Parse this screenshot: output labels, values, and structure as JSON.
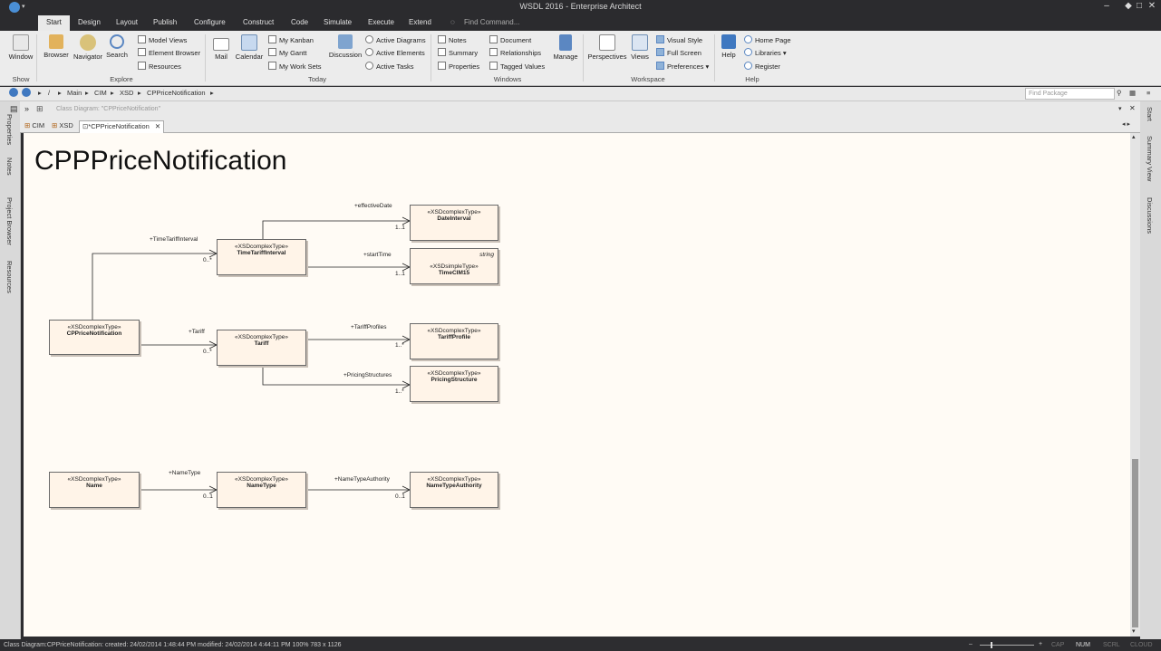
{
  "window": {
    "title": "WSDL 2016 - Enterprise Architect",
    "controls": [
      "–",
      "◆",
      "□",
      "✕"
    ]
  },
  "menu": {
    "tabs": [
      "Start",
      "Design",
      "Layout",
      "Publish",
      "Configure",
      "Construct",
      "Code",
      "Simulate",
      "Execute",
      "Extend"
    ],
    "find_command": "Find Command..."
  },
  "ribbon": {
    "window": "Window",
    "browser": "Browser",
    "navigator": "Navigator",
    "search": "Search",
    "model_views": "Model Views",
    "element_browser": "Element Browser",
    "resources": "Resources",
    "mail": "Mail",
    "calendar": "Calendar",
    "my_kanban": "My Kanban",
    "my_gantt": "My Gantt",
    "my_work_sets": "My Work Sets",
    "discussion": "Discussion",
    "active_diagrams": "Active Diagrams",
    "active_elements": "Active Elements",
    "active_tasks": "Active Tasks",
    "notes": "Notes",
    "summary": "Summary",
    "properties": "Properties",
    "document": "Document",
    "relationships": "Relationships",
    "tagged_values": "Tagged Values",
    "manage": "Manage",
    "perspectives": "Perspectives",
    "views": "Views",
    "visual_style": "Visual Style",
    "full_screen": "Full Screen",
    "preferences": "Preferences",
    "help": "Help",
    "home_page": "Home Page",
    "libraries": "Libraries",
    "register": "Register",
    "groups": {
      "show": "Show",
      "explore": "Explore",
      "today": "Today",
      "windows": "Windows",
      "workspace": "Workspace",
      "help": "Help"
    }
  },
  "breadcrumb": {
    "root": "/",
    "items": [
      "Main",
      "CIM",
      "XSD",
      "CPPriceNotification"
    ],
    "find_placeholder": "Find Package"
  },
  "left_dock": [
    "Properties",
    "Notes",
    "Project Browser",
    "Resources"
  ],
  "right_dock": [
    "Start",
    "Summary View",
    "Discussions"
  ],
  "diagram_header": "Class Diagram: \"CPPriceNotification\"",
  "doc_tabs": [
    "CIM",
    "XSD",
    "*CPPriceNotification"
  ],
  "diagram": {
    "title": "CPPPriceNotification",
    "classes": {
      "date_interval": {
        "stereotype": "«XSDcomplexType»",
        "name": "DateInterval"
      },
      "time_cim15": {
        "stereotype": "«XSDsimpleType»",
        "name": "TimeCIM15",
        "note": "string"
      },
      "time_tariff_interval": {
        "stereotype": "«XSDcomplexType»",
        "name": "TimeTariffInterval"
      },
      "cpp_price_notification": {
        "stereotype": "«XSDcomplexType»",
        "name": "CPPriceNotification"
      },
      "tariff": {
        "stereotype": "«XSDcomplexType»",
        "name": "Tariff"
      },
      "tariff_profile": {
        "stereotype": "«XSDcomplexType»",
        "name": "TariffProfile"
      },
      "pricing_structure": {
        "stereotype": "«XSDcomplexType»",
        "name": "PricingStructure"
      },
      "name": {
        "stereotype": "«XSDcomplexType»",
        "name": "Name"
      },
      "name_type": {
        "stereotype": "«XSDcomplexType»",
        "name": "NameType"
      },
      "name_type_authority": {
        "stereotype": "«XSDcomplexType»",
        "name": "NameTypeAuthority"
      }
    },
    "roles": {
      "effective_date": "+effectiveDate",
      "effective_date_mult": "1..1",
      "start_time": "+startTime",
      "start_time_mult": "1..1",
      "time_tariff_interval": "+TimeTariffInterval",
      "time_tariff_interval_mult": "0..*",
      "tariff": "+Tariff",
      "tariff_mult": "0..*",
      "tariff_profiles": "+TariffProfiles",
      "tariff_profiles_mult": "1..*",
      "pricing_structures": "+PricingStructures",
      "pricing_structures_mult": "1..*",
      "name_type": "+NameType",
      "name_type_mult": "0..1",
      "name_type_authority": "+NameTypeAuthority",
      "name_type_authority_mult": "0..1"
    }
  },
  "status": {
    "text": "Class Diagram:CPPriceNotification:   created: 24/02/2014 1:48:44 PM  modified: 24/02/2014 4:44:11 PM   100%   783 x 1126",
    "zoom_minus": "–",
    "zoom_plus": "+",
    "cap": "CAP",
    "num": "NUM",
    "scrl": "SCRL",
    "cloud": "CLOUD"
  },
  "colors": {
    "canvas": "#fffbf5",
    "class_fill": "#fff4e8",
    "chrome_dark": "#2d2d30",
    "ribbon": "#ececec"
  }
}
